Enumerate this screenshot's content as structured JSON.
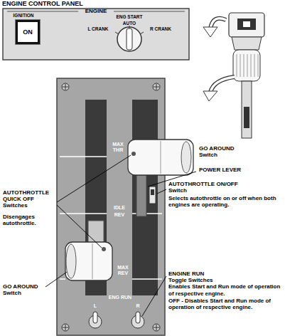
{
  "diagram": {
    "title": "ENGINE CONTROL PANEL",
    "nodes": [
      {
        "text": [
          "ENGINE"
        ]
      },
      {
        "text": [
          "ON"
        ],
        "in": 0
      }
    ],
    "labels": [
      "IGNITION",
      "ENG START",
      "AUTO",
      "L CRANK",
      "R CRANK",
      "MAX THR",
      "IDLE",
      "REV",
      "MAX REV",
      "ENG RUN",
      "L",
      "R",
      "GO AROUND Switch",
      "POWER LEVER",
      "AUTOTHROTTLE QUICK OFF Switches",
      "Disengages autothrottle.",
      "AUTOTHROTTLE ON/OFF Switch",
      "Selects autothrottle on or off when both engines are operating.",
      "GO AROUND Switch",
      "ENGINE RUN",
      "Toggle Switches",
      "Enables Start and Run mode of operation of respective engine.",
      "OFF - Disables Start and Run mode of operation of respective engine."
    ]
  }
}
